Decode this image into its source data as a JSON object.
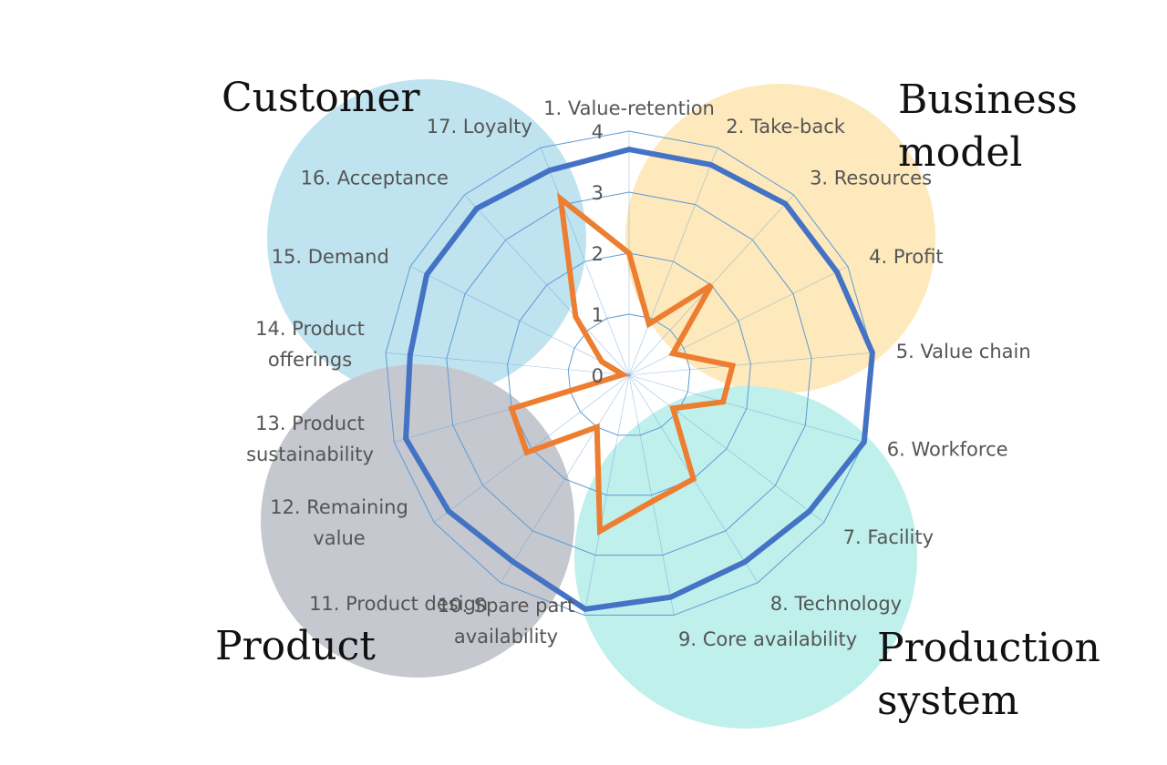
{
  "chart_data": {
    "type": "radar",
    "axes": [
      "1. Value-retention",
      "2. Take-back",
      "3. Resources",
      "4. Profit",
      "5. Value chain",
      "6. Workforce",
      "7. Facility",
      "8. Technology",
      "9. Core availability",
      "10. Spare part availability",
      "11. Product design",
      "12. Remaining value",
      "13. Product sustainability",
      "14. Product offerings",
      "15. Demand",
      "16. Acceptance",
      "17.  Loyalty"
    ],
    "rlim": [
      0,
      4
    ],
    "ticks": [
      "0",
      "1",
      "2",
      "3",
      "4"
    ],
    "series": [
      {
        "color": "#4472C4",
        "values": [
          3.7,
          3.7,
          3.8,
          3.8,
          4.0,
          4.0,
          3.7,
          3.6,
          3.7,
          3.9,
          3.6,
          3.7,
          3.8,
          3.6,
          3.7,
          3.7,
          3.6
        ]
      },
      {
        "color": "#ED7D31",
        "values": [
          2.0,
          0.9,
          2.0,
          0.8,
          1.7,
          1.6,
          0.9,
          2.0,
          2.1,
          2.6,
          1.0,
          2.1,
          2.0,
          0.1,
          0.5,
          1.3,
          3.1
        ]
      }
    ],
    "groups": [
      {
        "lines": [
          "Customer"
        ],
        "color": "#bfe3ef"
      },
      {
        "lines": [
          "Business",
          "model"
        ],
        "color": "#fde9bb"
      },
      {
        "lines": [
          "Product"
        ],
        "color": "#c6c8cf"
      },
      {
        "lines": [
          "Production",
          "system"
        ],
        "color": "#bff0ec"
      }
    ]
  }
}
